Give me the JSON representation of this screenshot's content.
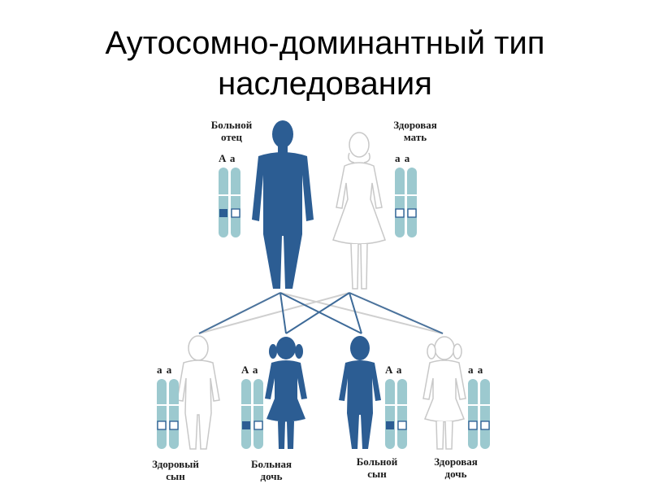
{
  "title": {
    "line1": "Аутосомно-доминантный тип",
    "line2": "наследования"
  },
  "colors": {
    "affected": "#2c5d93",
    "healthy_outline": "#c8c8c8",
    "chromosome": "#9cc9cf",
    "marker_dominant": "#2c5d93",
    "line_affected": "#3d6a98",
    "line_healthy": "#cfcfcf"
  },
  "parents": {
    "father": {
      "label_line1": "Больной",
      "label_line2": "отец",
      "genotype": "A a",
      "status": "affected"
    },
    "mother": {
      "label_line1": "Здоровая",
      "label_line2": "мать",
      "genotype": "a a",
      "status": "healthy"
    }
  },
  "children": [
    {
      "label_line1": "Здоровый",
      "label_line2": "сын",
      "genotype": "a a",
      "status": "healthy"
    },
    {
      "label_line1": "Больная",
      "label_line2": "дочь",
      "genotype": "A a",
      "status": "affected"
    },
    {
      "label_line1": "Больной",
      "label_line2": "сын",
      "genotype": "A a",
      "status": "affected"
    },
    {
      "label_line1": "Здоровая",
      "label_line2": "дочь",
      "genotype": "a a",
      "status": "healthy"
    }
  ]
}
